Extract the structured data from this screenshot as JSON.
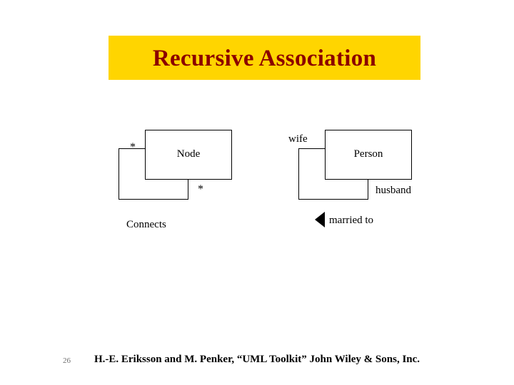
{
  "slide": {
    "title": "Recursive Association",
    "title_background_color": "#FFD500",
    "title_text_color": "#8B0000",
    "background_color": "#FFFFFF"
  },
  "diagram": {
    "classes": [
      {
        "name": "Node"
      },
      {
        "name": "Person"
      }
    ],
    "annotations": {
      "multiplicity_left": "*",
      "multiplicity_bottom": "*",
      "association_name_left": "Connects",
      "role_wife": "wife",
      "role_husband": "husband",
      "association_name_right": "married to"
    }
  },
  "footer": {
    "credit": "H.-E. Eriksson and M. Penker, “UML Toolkit” John Wiley & Sons, Inc.",
    "page_number": "26"
  }
}
